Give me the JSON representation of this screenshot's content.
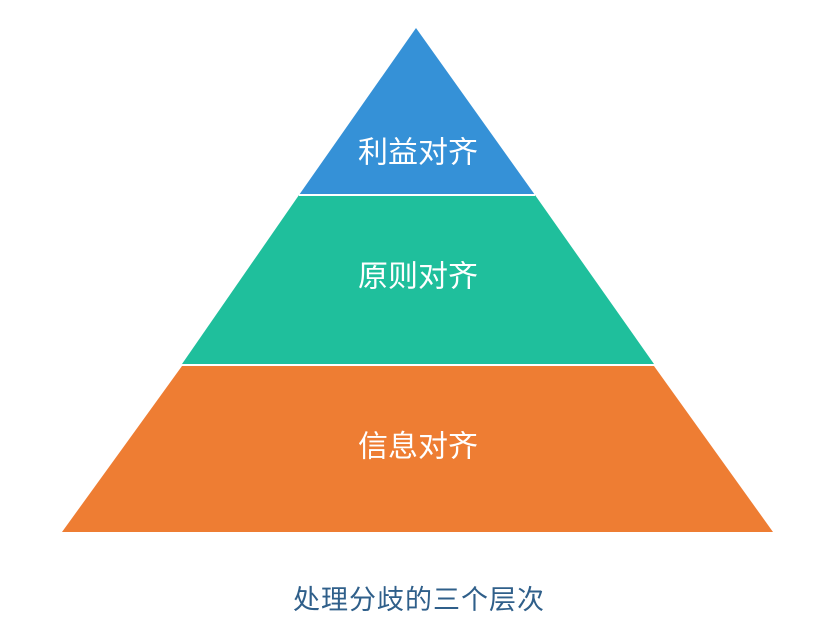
{
  "pyramid": {
    "layers": [
      {
        "label": "利益对齐",
        "color": "#3591d7"
      },
      {
        "label": "原则对齐",
        "color": "#1fbf9c"
      },
      {
        "label": "信息对齐",
        "color": "#ee7d33"
      }
    ]
  },
  "caption": "处理分歧的三个层次"
}
